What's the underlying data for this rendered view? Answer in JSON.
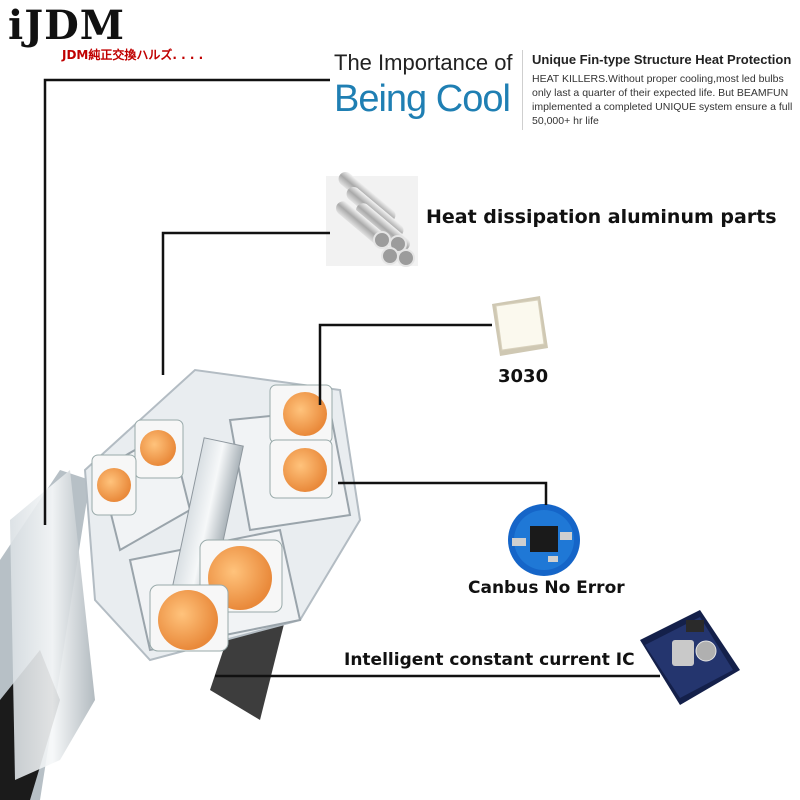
{
  "brand": {
    "logo": "iJDM",
    "tagline": "JDM純正交換ハルズ. . . ."
  },
  "header": {
    "importance_line1": "The Importance of",
    "importance_line2": "Being Cool",
    "feature_title": "Unique Fin-type Structure Heat Protection",
    "feature_body": "HEAT KILLERS.Without proper cooling,most led bulbs only last a quarter of their expected life. But BEAMFUN implemented a completed UNIQUE system ensure a full 50,000+ hr life"
  },
  "callouts": {
    "aluminum": "Heat dissipation aluminum parts",
    "led_chip": "3030",
    "canbus": "Canbus No Error",
    "ic": "Intelligent constant current IC"
  },
  "colors": {
    "accent_blue": "#1f7fb3",
    "led_orange": "#f3a24b",
    "tagline_red": "#c00000"
  }
}
